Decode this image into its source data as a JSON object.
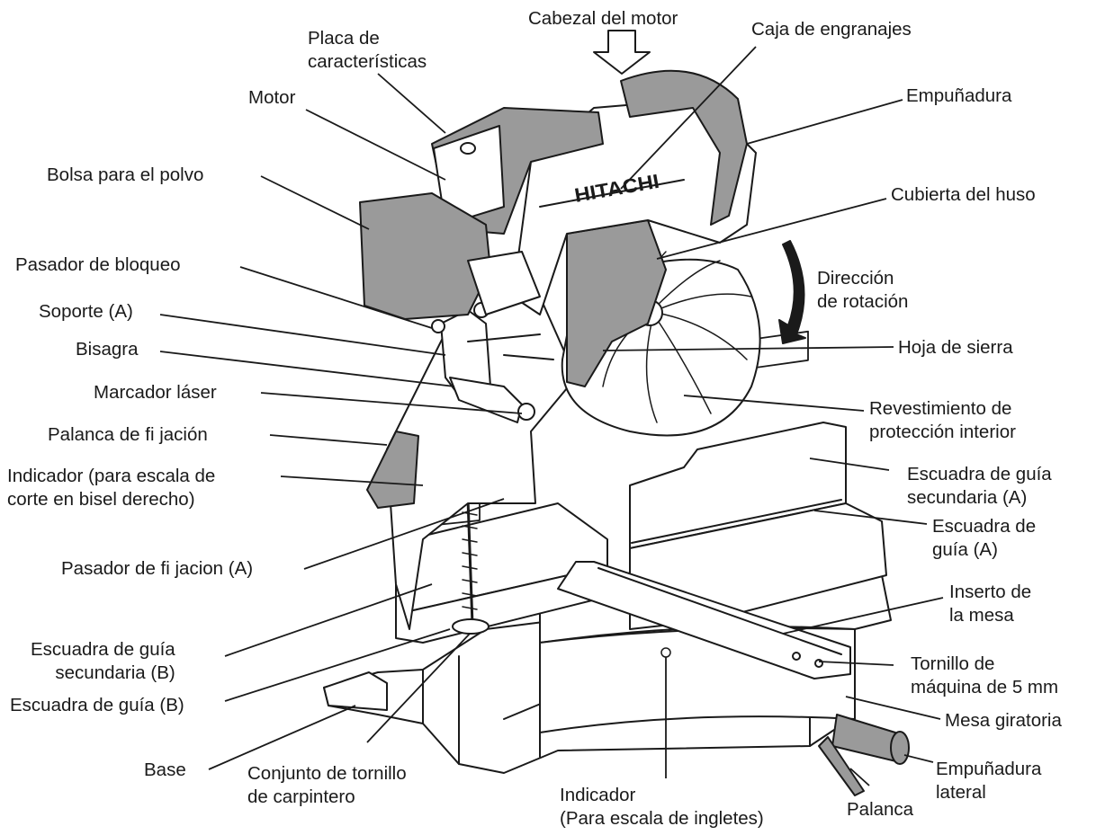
{
  "labels": {
    "motor_head": "Cabezal del motor",
    "nameplate": [
      "Placa de",
      "características"
    ],
    "gear_box": "Caja de engranajes",
    "motor": "Motor",
    "grip": "Empuñadura",
    "dust_bag": "Bolsa para el polvo",
    "spindle_cover": "Cubierta del huso",
    "lock_pin": "Pasador de bloqueo",
    "rotation_direction": [
      "Dirección",
      "de rotación"
    ],
    "holder_a": "Soporte (A)",
    "hinge": "Bisagra",
    "saw_blade": "Hoja de sierra",
    "laser_marker": "Marcador láser",
    "inner_cover": [
      "Revestimiento de",
      "protección interior"
    ],
    "clamp_lever": "Palanca de fi jación",
    "bevel_indicator": [
      "Indicador (para escala de",
      "corte en bisel derecho)"
    ],
    "sub_fence_a": [
      "Escuadra de guía",
      "secundaria (A)"
    ],
    "fence_a": [
      "Escuadra de",
      "guía (A)"
    ],
    "fixing_pin_a": "Pasador de fi jacion (A)",
    "table_insert": [
      "Inserto de",
      "la mesa"
    ],
    "sub_fence_b": [
      "Escuadra de guía",
      "secundaria (B)"
    ],
    "machine_screw": [
      "Tornillo de",
      "máquina de 5 mm"
    ],
    "fence_b": "Escuadra de guía (B)",
    "turntable": "Mesa giratoria",
    "base": "Base",
    "vise_assembly": [
      "Conjunto de tornillo",
      "de carpintero"
    ],
    "side_handle": [
      "Empuñadura",
      "lateral"
    ],
    "miter_indicator": [
      "Indicador",
      "(Para escala de ingletes)"
    ],
    "lever": "Palanca"
  },
  "brand": "HITACHI",
  "colors": {
    "line": "#1a1a1a",
    "gray": "#9a9a9a",
    "light": "#c9c9c9",
    "white": "#ffffff"
  }
}
